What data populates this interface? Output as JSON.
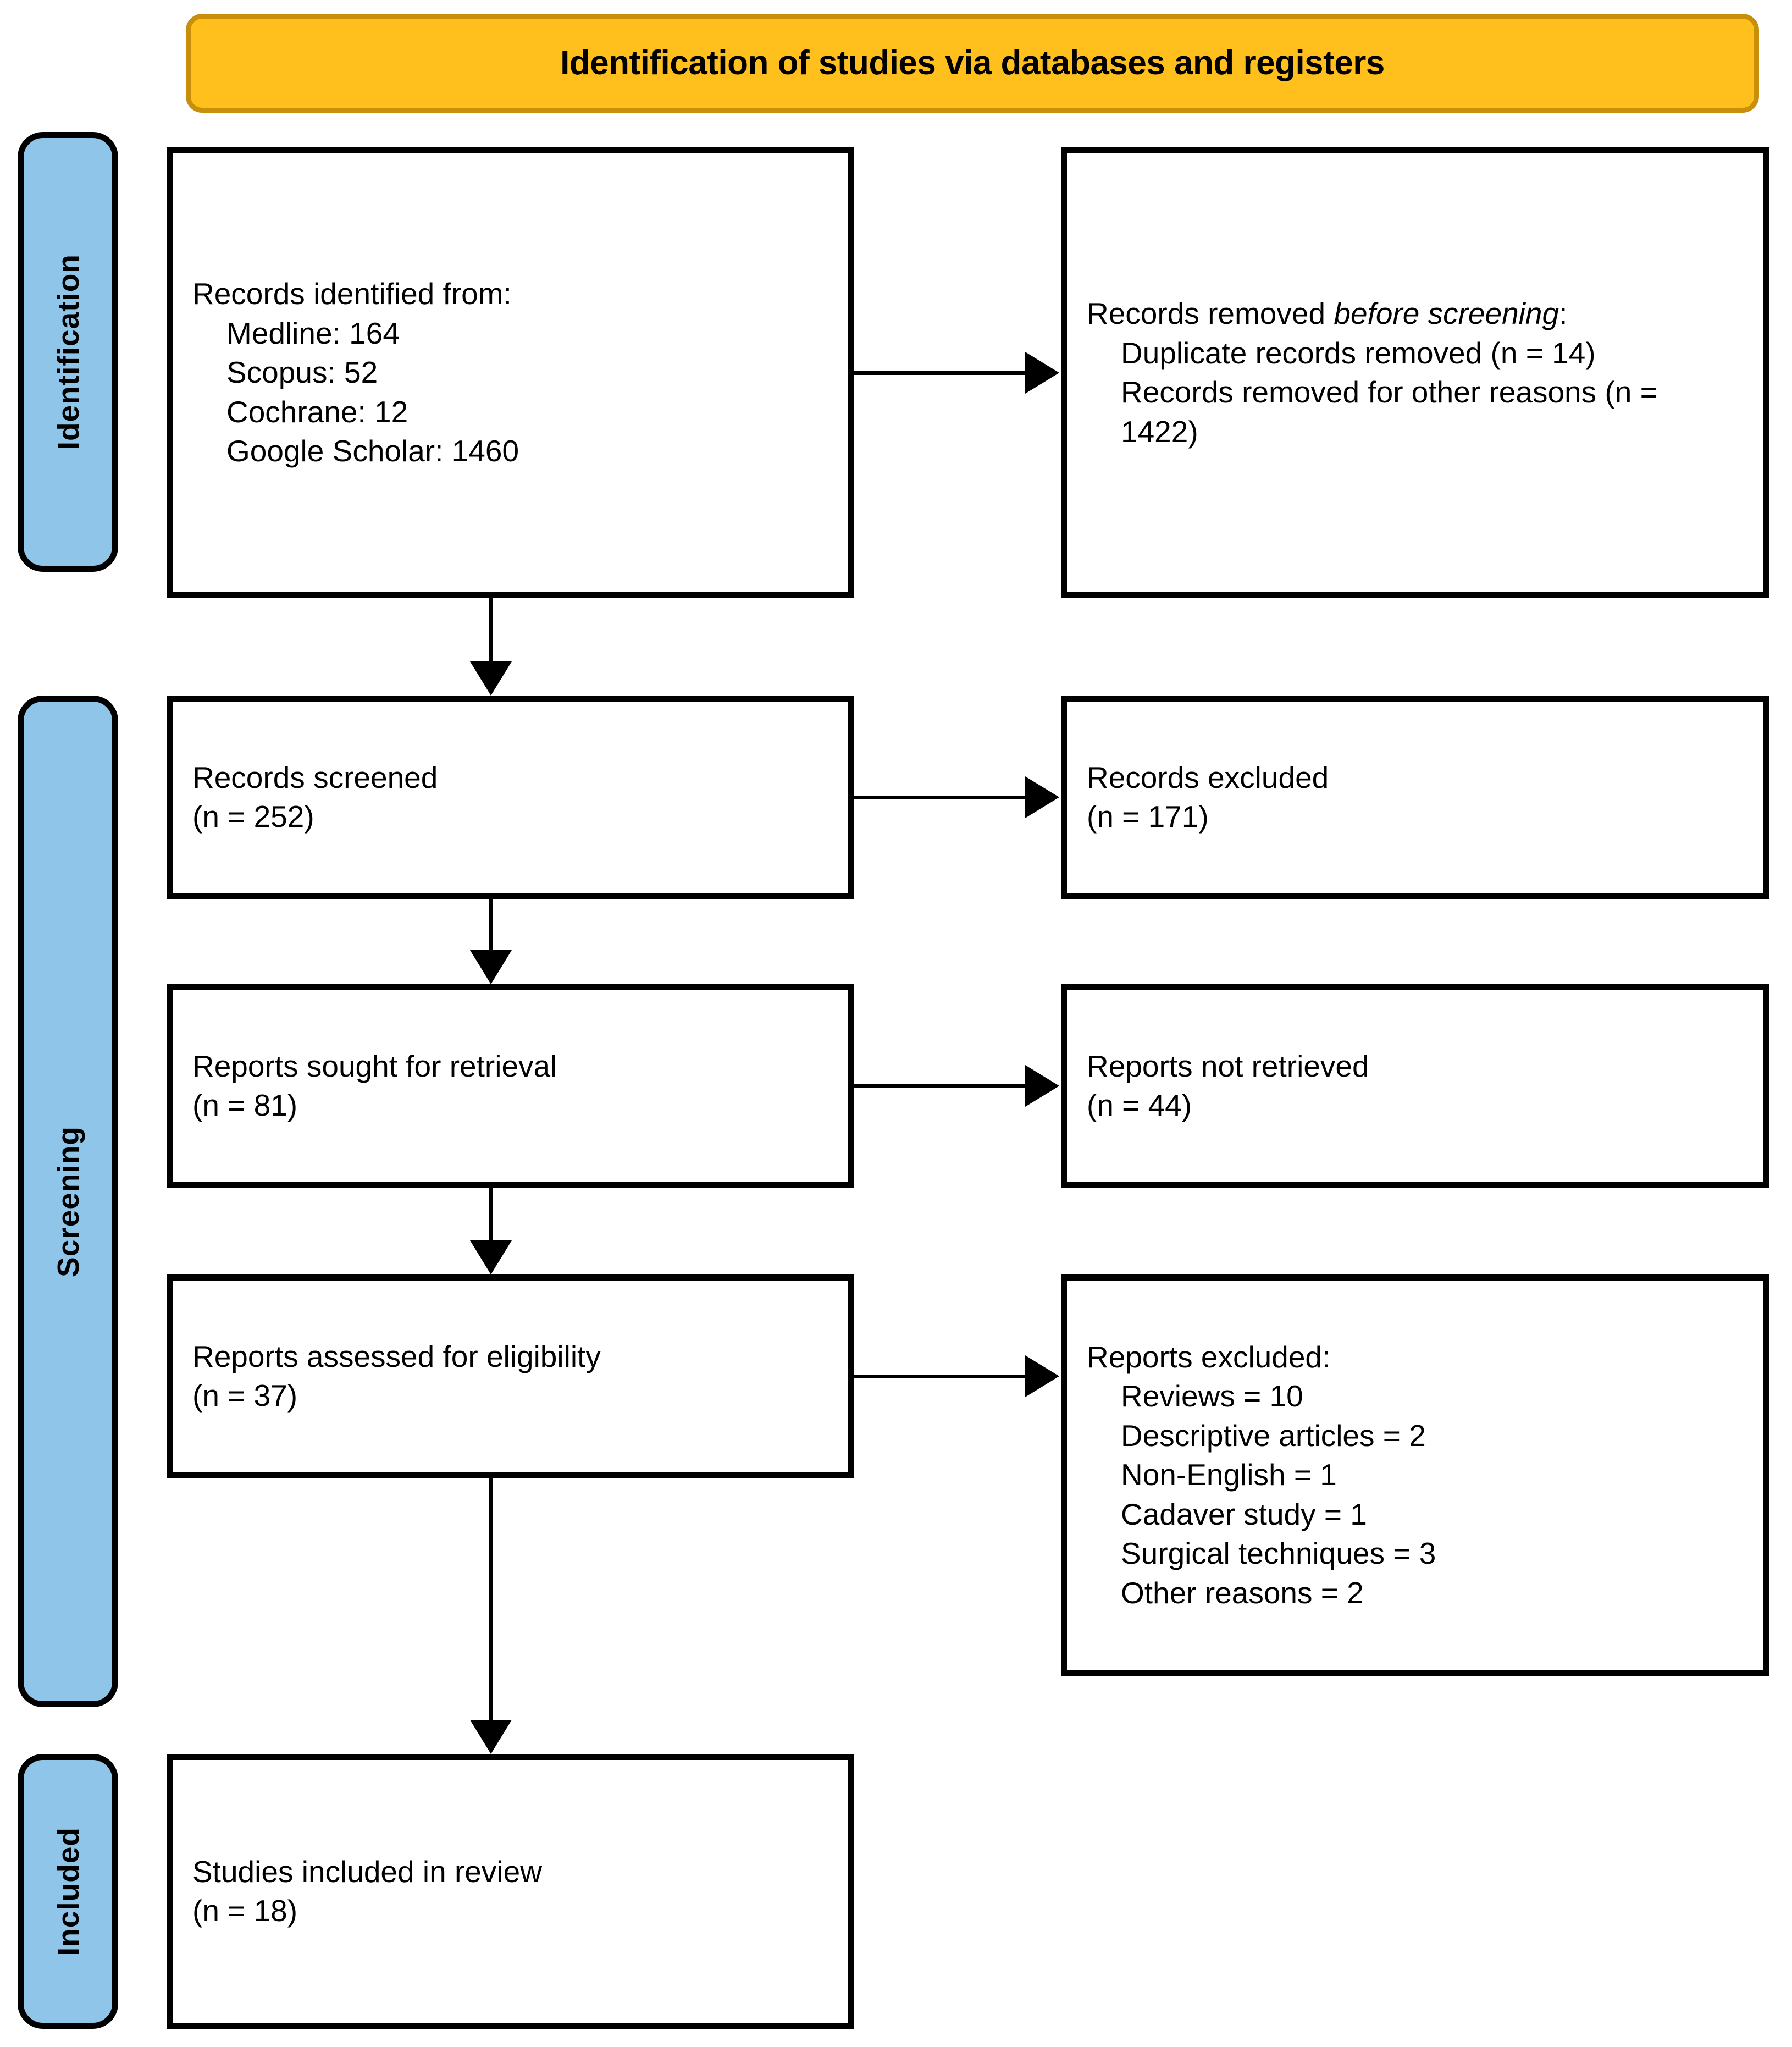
{
  "banner": {
    "title": "Identification of studies via databases and registers"
  },
  "colors": {
    "banner_fill": "#FFC01E",
    "banner_border": "#C8900A",
    "stage_fill": "#8FC5E8",
    "box_border": "#000000",
    "box_fill": "#FFFFFF",
    "text": "#000000"
  },
  "stages": [
    {
      "id": "identification",
      "label": "Identification"
    },
    {
      "id": "screening",
      "label": "Screening"
    },
    {
      "id": "included",
      "label": "Included"
    }
  ],
  "boxes": {
    "identified": {
      "heading": "Records identified from:",
      "items": [
        "Medline: 164",
        "Scopus: 52",
        "Cochrane: 12",
        "Google Scholar: 1460"
      ]
    },
    "removed": {
      "heading_pre": "Records removed ",
      "heading_em": "before screening",
      "heading_post": ":",
      "items": [
        "Duplicate records removed (n = 14)",
        "Records removed for other reasons (n = 1422)"
      ]
    },
    "screened": {
      "line1": "Records screened",
      "line2": "(n = 252)"
    },
    "excluded_records": {
      "line1": "Records excluded",
      "line2": "(n = 171)"
    },
    "sought": {
      "line1": "Reports sought for retrieval",
      "line2": "(n = 81)"
    },
    "not_retrieved": {
      "line1": "Reports not retrieved",
      "line2": "(n = 44)"
    },
    "assessed": {
      "line1": "Reports assessed for eligibility",
      "line2": "(n = 37)"
    },
    "reports_excluded": {
      "heading": "Reports excluded:",
      "items": [
        "Reviews = 10",
        "Descriptive articles = 2",
        "Non-English = 1",
        "Cadaver study = 1",
        "Surgical techniques = 3",
        "Other reasons = 2"
      ]
    },
    "included": {
      "line1": "Studies included in review",
      "line2": "(n = 18)"
    }
  },
  "chart_data": {
    "type": "diagram",
    "title": "Identification of studies via databases and registers",
    "nodes": [
      {
        "id": "identified",
        "stage": "Identification",
        "label": "Records identified from",
        "values": {
          "Medline": 164,
          "Scopus": 52,
          "Cochrane": 12,
          "Google Scholar": 1460
        }
      },
      {
        "id": "removed",
        "stage": "Identification",
        "label": "Records removed before screening",
        "values": {
          "Duplicate records removed": 14,
          "Records removed for other reasons": 1422
        }
      },
      {
        "id": "screened",
        "stage": "Screening",
        "label": "Records screened",
        "n": 252
      },
      {
        "id": "excluded_records",
        "stage": "Screening",
        "label": "Records excluded",
        "n": 171
      },
      {
        "id": "sought",
        "stage": "Screening",
        "label": "Reports sought for retrieval",
        "n": 81
      },
      {
        "id": "not_retrieved",
        "stage": "Screening",
        "label": "Reports not retrieved",
        "n": 44
      },
      {
        "id": "assessed",
        "stage": "Screening",
        "label": "Reports assessed for eligibility",
        "n": 37
      },
      {
        "id": "reports_excluded",
        "stage": "Screening",
        "label": "Reports excluded",
        "values": {
          "Reviews": 10,
          "Descriptive articles": 2,
          "Non-English": 1,
          "Cadaver study": 1,
          "Surgical techniques": 3,
          "Other reasons": 2
        }
      },
      {
        "id": "included",
        "stage": "Included",
        "label": "Studies included in review",
        "n": 18
      }
    ],
    "edges": [
      {
        "from": "identified",
        "to": "removed",
        "dir": "right"
      },
      {
        "from": "identified",
        "to": "screened",
        "dir": "down"
      },
      {
        "from": "screened",
        "to": "excluded_records",
        "dir": "right"
      },
      {
        "from": "screened",
        "to": "sought",
        "dir": "down"
      },
      {
        "from": "sought",
        "to": "not_retrieved",
        "dir": "right"
      },
      {
        "from": "sought",
        "to": "assessed",
        "dir": "down"
      },
      {
        "from": "assessed",
        "to": "reports_excluded",
        "dir": "right"
      },
      {
        "from": "assessed",
        "to": "included",
        "dir": "down"
      }
    ]
  }
}
